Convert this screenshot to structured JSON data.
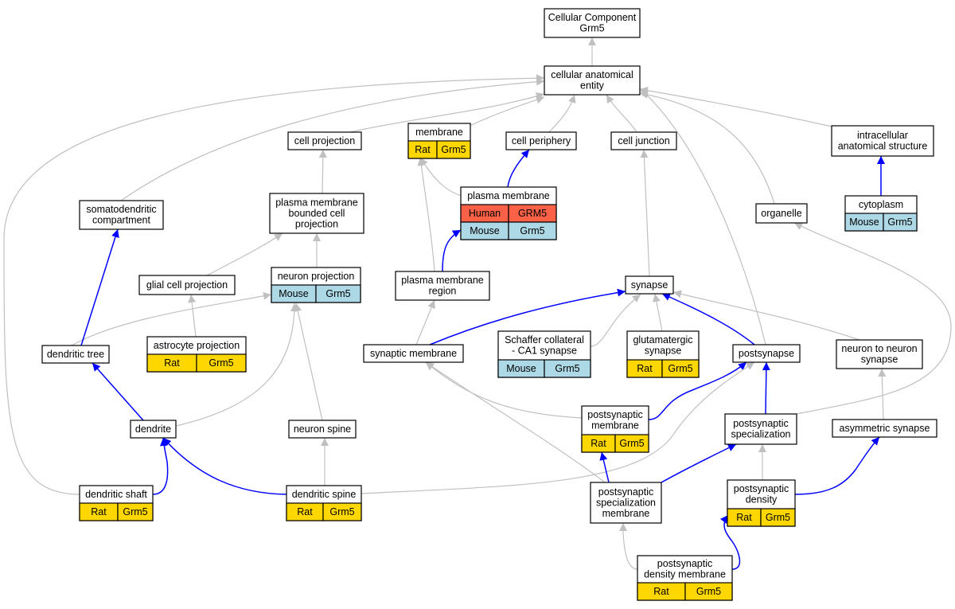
{
  "nodes": [
    {
      "id": "cc",
      "lines": [
        "Cellular Component",
        "Grm5"
      ]
    },
    {
      "id": "cae",
      "lines": [
        "cellular anatomical",
        "entity"
      ]
    },
    {
      "id": "cellproj",
      "lines": [
        "cell projection"
      ]
    },
    {
      "id": "membrane",
      "lines": [
        "membrane"
      ],
      "tags": [
        {
          "text": "Rat",
          "color": "#ffd700"
        },
        {
          "text": "Grm5",
          "color": "#ffd700"
        }
      ]
    },
    {
      "id": "cellper",
      "lines": [
        "cell periphery"
      ]
    },
    {
      "id": "celljunc",
      "lines": [
        "cell junction"
      ]
    },
    {
      "id": "intracell",
      "lines": [
        "intracellular",
        "anatomical structure"
      ]
    },
    {
      "id": "somato",
      "lines": [
        "somatodendritic",
        "compartment"
      ]
    },
    {
      "id": "pmbcp",
      "lines": [
        "plasma membrane",
        "bounded cell",
        "projection"
      ]
    },
    {
      "id": "pm",
      "lines": [
        "plasma membrane"
      ],
      "tags": [
        {
          "text": "Human",
          "color": "#fa6147"
        },
        {
          "text": "GRM5",
          "color": "#fa6147"
        },
        {
          "text": "Mouse",
          "color": "#add8e6"
        },
        {
          "text": "Grm5",
          "color": "#add8e6"
        }
      ]
    },
    {
      "id": "cytoplasm",
      "lines": [
        "cytoplasm"
      ],
      "tags": [
        {
          "text": "Mouse",
          "color": "#add8e6"
        },
        {
          "text": "Grm5",
          "color": "#add8e6"
        }
      ]
    },
    {
      "id": "organelle",
      "lines": [
        "organelle"
      ]
    },
    {
      "id": "glial",
      "lines": [
        "glial cell projection"
      ]
    },
    {
      "id": "neuproj",
      "lines": [
        "neuron projection"
      ],
      "tags": [
        {
          "text": "Mouse",
          "color": "#add8e6"
        },
        {
          "text": "Grm5",
          "color": "#add8e6"
        }
      ]
    },
    {
      "id": "pmregion",
      "lines": [
        "plasma membrane",
        "region"
      ]
    },
    {
      "id": "synapse",
      "lines": [
        "synapse"
      ]
    },
    {
      "id": "astro",
      "lines": [
        "astrocyte projection"
      ],
      "tags": [
        {
          "text": "Rat",
          "color": "#ffd700"
        },
        {
          "text": "Grm5",
          "color": "#ffd700"
        }
      ]
    },
    {
      "id": "dtree",
      "lines": [
        "dendritic tree"
      ]
    },
    {
      "id": "synmem",
      "lines": [
        "synaptic membrane"
      ]
    },
    {
      "id": "schaffer",
      "lines": [
        "Schaffer collateral",
        "- CA1 synapse"
      ],
      "tags": [
        {
          "text": "Mouse",
          "color": "#add8e6"
        },
        {
          "text": "Grm5",
          "color": "#add8e6"
        }
      ]
    },
    {
      "id": "glutsyn",
      "lines": [
        "glutamatergic",
        "synapse"
      ],
      "tags": [
        {
          "text": "Rat",
          "color": "#ffd700"
        },
        {
          "text": "Grm5",
          "color": "#ffd700"
        }
      ]
    },
    {
      "id": "postsyn",
      "lines": [
        "postsynapse"
      ]
    },
    {
      "id": "n2n",
      "lines": [
        "neuron to neuron",
        "synapse"
      ]
    },
    {
      "id": "dendrite",
      "lines": [
        "dendrite"
      ]
    },
    {
      "id": "spine",
      "lines": [
        "neuron spine"
      ]
    },
    {
      "id": "psmem",
      "lines": [
        "postsynaptic",
        "membrane"
      ],
      "tags": [
        {
          "text": "Rat",
          "color": "#ffd700"
        },
        {
          "text": "Grm5",
          "color": "#ffd700"
        }
      ]
    },
    {
      "id": "psspec",
      "lines": [
        "postsynaptic",
        "specialization"
      ]
    },
    {
      "id": "asym",
      "lines": [
        "asymmetric synapse"
      ]
    },
    {
      "id": "dshaft",
      "lines": [
        "dendritic shaft"
      ],
      "tags": [
        {
          "text": "Rat",
          "color": "#ffd700"
        },
        {
          "text": "Grm5",
          "color": "#ffd700"
        }
      ]
    },
    {
      "id": "dspine",
      "lines": [
        "dendritic spine"
      ],
      "tags": [
        {
          "text": "Rat",
          "color": "#ffd700"
        },
        {
          "text": "Grm5",
          "color": "#ffd700"
        }
      ]
    },
    {
      "id": "psspecmem",
      "lines": [
        "postsynaptic",
        "specialization",
        "membrane"
      ]
    },
    {
      "id": "psd",
      "lines": [
        "postsynaptic",
        "density"
      ],
      "tags": [
        {
          "text": "Rat",
          "color": "#ffd700"
        },
        {
          "text": "Grm5",
          "color": "#ffd700"
        }
      ]
    },
    {
      "id": "psdmem",
      "lines": [
        "postsynaptic",
        "density membrane"
      ],
      "tags": [
        {
          "text": "Rat",
          "color": "#ffd700"
        },
        {
          "text": "Grm5",
          "color": "#ffd700"
        }
      ]
    }
  ],
  "edges": [
    {
      "from": "cae",
      "to": "cc",
      "kind": "is_a"
    },
    {
      "from": "cellproj",
      "to": "cae",
      "kind": "is_a"
    },
    {
      "from": "membrane",
      "to": "cae",
      "kind": "is_a"
    },
    {
      "from": "cellper",
      "to": "cae",
      "kind": "is_a"
    },
    {
      "from": "celljunc",
      "to": "cae",
      "kind": "is_a"
    },
    {
      "from": "intracell",
      "to": "cae",
      "kind": "is_a"
    },
    {
      "from": "somato",
      "to": "cae",
      "kind": "is_a"
    },
    {
      "from": "organelle",
      "to": "cae",
      "kind": "is_a"
    },
    {
      "from": "postsyn",
      "to": "cae",
      "kind": "is_a"
    },
    {
      "from": "dshaft",
      "to": "cae",
      "kind": "is_a"
    },
    {
      "from": "pmbcp",
      "to": "cellproj",
      "kind": "is_a"
    },
    {
      "from": "pm",
      "to": "membrane",
      "kind": "is_a"
    },
    {
      "from": "pm",
      "to": "cellper",
      "kind": "part_of"
    },
    {
      "from": "synapse",
      "to": "celljunc",
      "kind": "is_a"
    },
    {
      "from": "cytoplasm",
      "to": "intracell",
      "kind": "part_of"
    },
    {
      "from": "glial",
      "to": "pmbcp",
      "kind": "is_a"
    },
    {
      "from": "neuproj",
      "to": "pmbcp",
      "kind": "is_a"
    },
    {
      "from": "pmregion",
      "to": "pm",
      "kind": "part_of"
    },
    {
      "from": "pmregion",
      "to": "membrane",
      "kind": "is_a"
    },
    {
      "from": "astro",
      "to": "glial",
      "kind": "is_a"
    },
    {
      "from": "dtree",
      "to": "neuproj",
      "kind": "is_a"
    },
    {
      "from": "dtree",
      "to": "somato",
      "kind": "part_of"
    },
    {
      "from": "synmem",
      "to": "pmregion",
      "kind": "is_a"
    },
    {
      "from": "synmem",
      "to": "synapse",
      "kind": "part_of"
    },
    {
      "from": "schaffer",
      "to": "synapse",
      "kind": "is_a"
    },
    {
      "from": "glutsyn",
      "to": "synapse",
      "kind": "is_a"
    },
    {
      "from": "postsyn",
      "to": "synapse",
      "kind": "part_of"
    },
    {
      "from": "n2n",
      "to": "synapse",
      "kind": "is_a"
    },
    {
      "from": "dendrite",
      "to": "dtree",
      "kind": "part_of"
    },
    {
      "from": "dendrite",
      "to": "neuproj",
      "kind": "is_a"
    },
    {
      "from": "spine",
      "to": "neuproj",
      "kind": "is_a"
    },
    {
      "from": "psmem",
      "to": "synmem",
      "kind": "is_a"
    },
    {
      "from": "psmem",
      "to": "postsyn",
      "kind": "part_of"
    },
    {
      "from": "psspec",
      "to": "postsyn",
      "kind": "part_of"
    },
    {
      "from": "psspec",
      "to": "organelle",
      "kind": "is_a"
    },
    {
      "from": "asym",
      "to": "n2n",
      "kind": "is_a"
    },
    {
      "from": "dshaft",
      "to": "dendrite",
      "kind": "part_of"
    },
    {
      "from": "dspine",
      "to": "dendrite",
      "kind": "part_of"
    },
    {
      "from": "dspine",
      "to": "spine",
      "kind": "is_a"
    },
    {
      "from": "dspine",
      "to": "postsyn",
      "kind": "is_a"
    },
    {
      "from": "psspecmem",
      "to": "psmem",
      "kind": "part_of"
    },
    {
      "from": "psspecmem",
      "to": "psspec",
      "kind": "part_of"
    },
    {
      "from": "psspecmem",
      "to": "synmem",
      "kind": "is_a"
    },
    {
      "from": "psd",
      "to": "psspec",
      "kind": "is_a"
    },
    {
      "from": "psd",
      "to": "asym",
      "kind": "part_of"
    },
    {
      "from": "psdmem",
      "to": "psspecmem",
      "kind": "is_a"
    },
    {
      "from": "psdmem",
      "to": "psd",
      "kind": "part_of"
    }
  ],
  "colors": {
    "is_a_edge": "#c0c0c0",
    "part_of_edge": "#0000ff",
    "rat_tag": "#ffd700",
    "mouse_tag": "#add8e6",
    "human_tag": "#fa6147",
    "node_border": "#000000",
    "node_fill": "#ffffff"
  }
}
